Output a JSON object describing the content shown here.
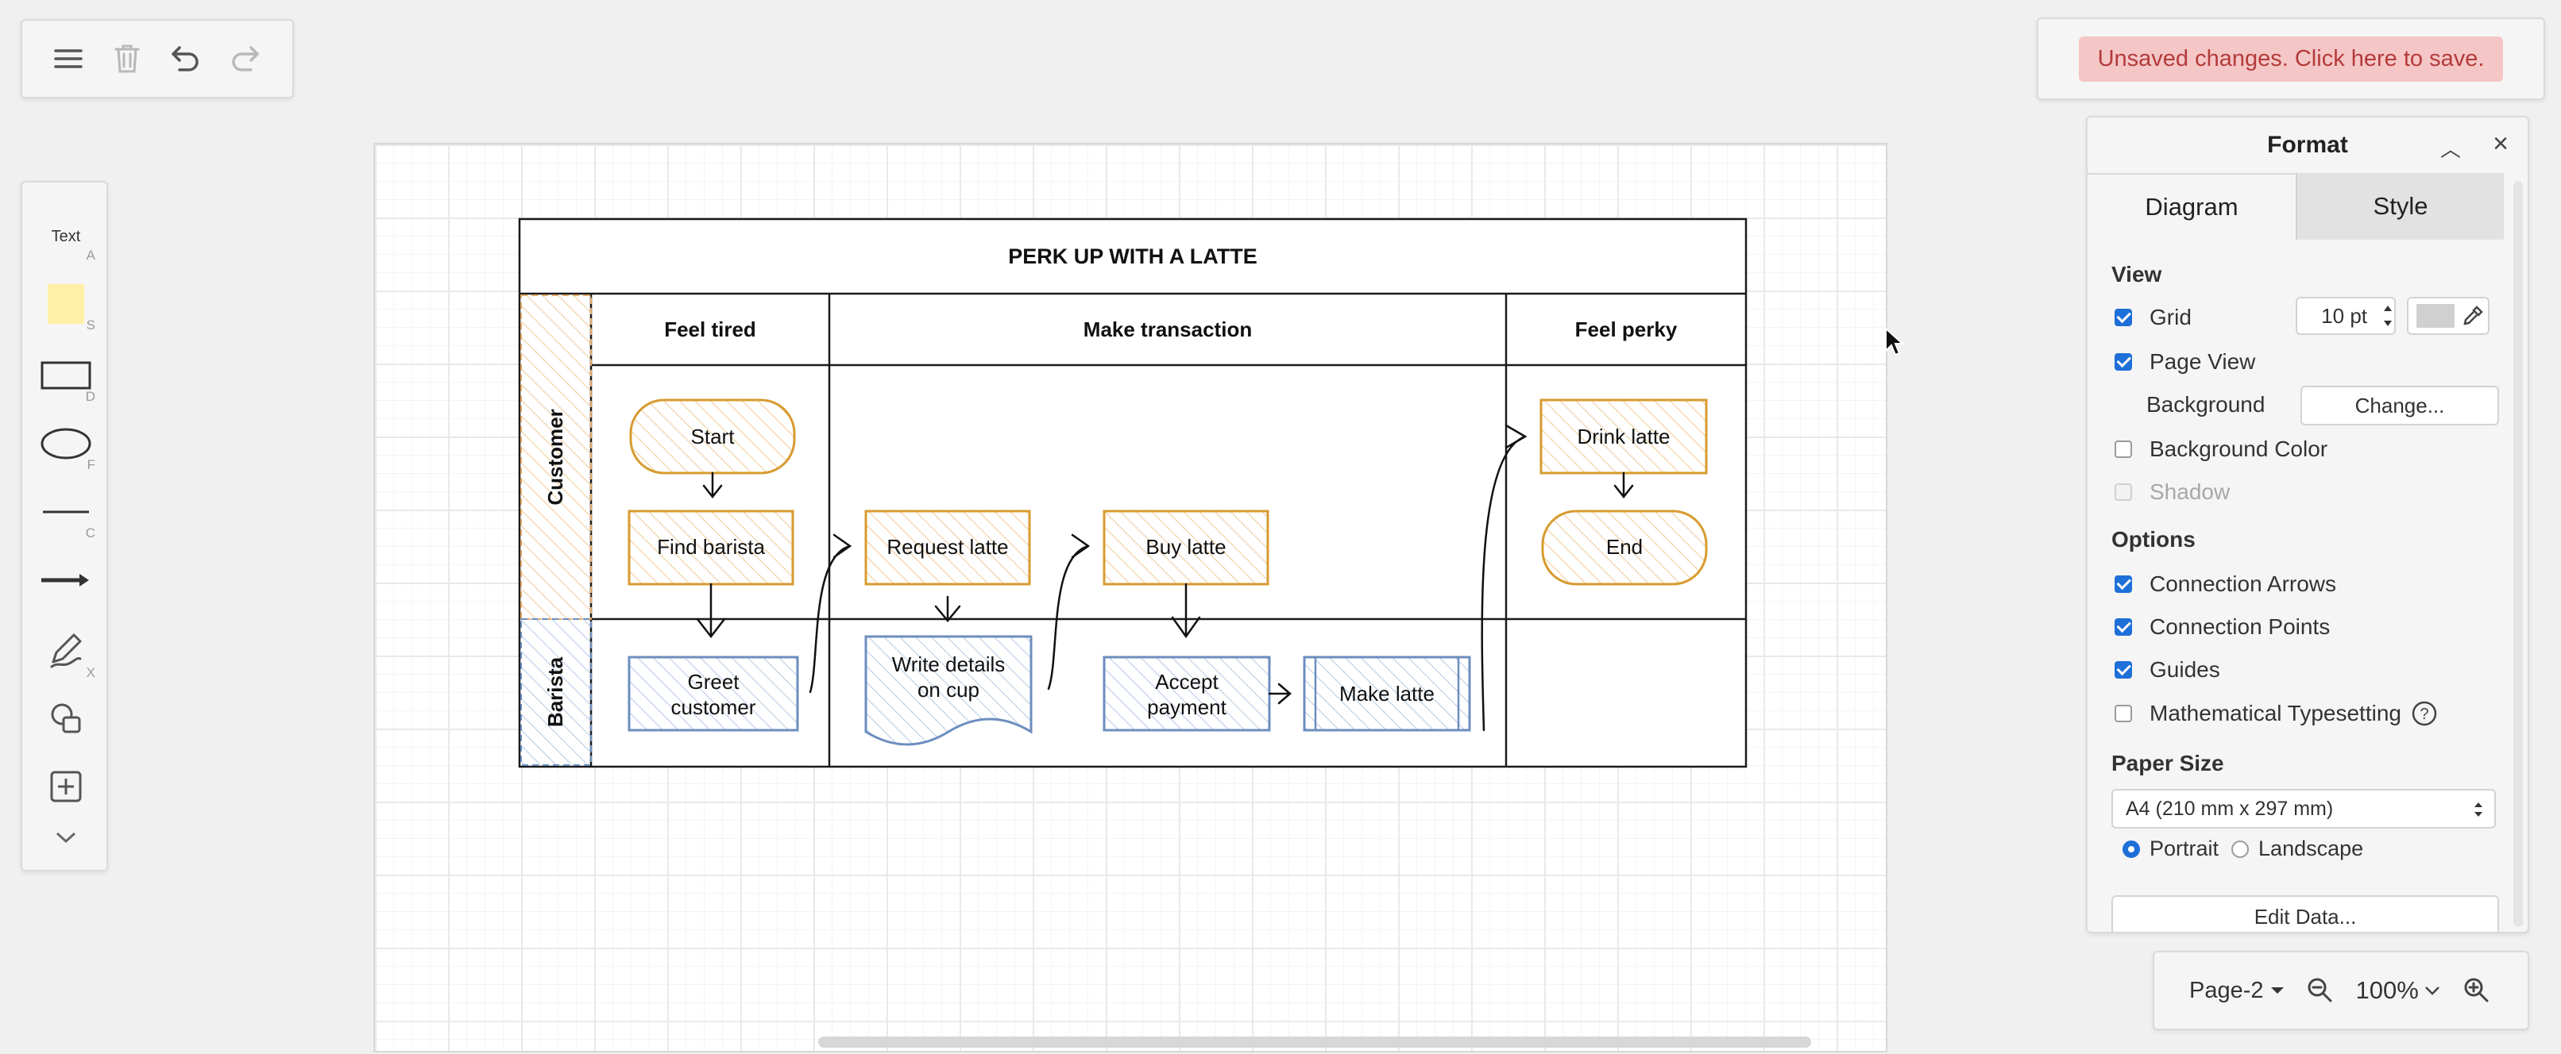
{
  "toolbar": {
    "icons": [
      "menu-icon",
      "trash-icon",
      "undo-icon",
      "redo-icon"
    ]
  },
  "save_banner": {
    "label": "Unsaved changes. Click here to save."
  },
  "sidebar": {
    "items": [
      {
        "name": "text",
        "label": "Text",
        "key": "A"
      },
      {
        "name": "sticky-note",
        "key": "S",
        "color": "#fff0a6"
      },
      {
        "name": "rectangle",
        "key": "D"
      },
      {
        "name": "ellipse",
        "key": "F"
      },
      {
        "name": "line",
        "key": "C"
      },
      {
        "name": "arrow"
      },
      {
        "name": "freehand",
        "key": "X"
      },
      {
        "name": "shapes"
      },
      {
        "name": "insert"
      },
      {
        "name": "more"
      }
    ]
  },
  "diagram": {
    "title": "PERK UP WITH A LATTE",
    "phases": [
      "Feel tired",
      "Make transaction",
      "Feel perky"
    ],
    "lanes": [
      "Customer",
      "Barista"
    ],
    "nodes": {
      "start": "Start",
      "find_barista": "Find barista",
      "request_latte": "Request latte",
      "buy_latte": "Buy latte",
      "drink_latte": "Drink latte",
      "end": "End",
      "greet_customer_1": "Greet",
      "greet_customer_2": "customer",
      "write_details_1": "Write details",
      "write_details_2": "on cup",
      "accept_payment_1": "Accept",
      "accept_payment_2": "payment",
      "make_latte": "Make latte"
    },
    "colors": {
      "customer": "#d79b30",
      "customer_fill": "#fbe9d0",
      "barista": "#6c8ebf",
      "barista_fill": "#dae8fc"
    }
  },
  "format_panel": {
    "title": "Format",
    "tabs": [
      "Diagram",
      "Style"
    ],
    "view_label": "View",
    "grid_label": "Grid",
    "grid_size": "10 pt",
    "page_view_label": "Page View",
    "background_label": "Background",
    "change_button": "Change...",
    "background_color_label": "Background Color",
    "shadow_label": "Shadow",
    "options_label": "Options",
    "connection_arrows_label": "Connection Arrows",
    "connection_points_label": "Connection Points",
    "guides_label": "Guides",
    "math_label": "Mathematical Typesetting",
    "paper_size_label": "Paper Size",
    "paper_size": "A4 (210 mm x 297 mm)",
    "portrait_label": "Portrait",
    "landscape_label": "Landscape",
    "edit_data_button": "Edit Data..."
  },
  "zoom": {
    "page": "Page-2",
    "level": "100%"
  }
}
